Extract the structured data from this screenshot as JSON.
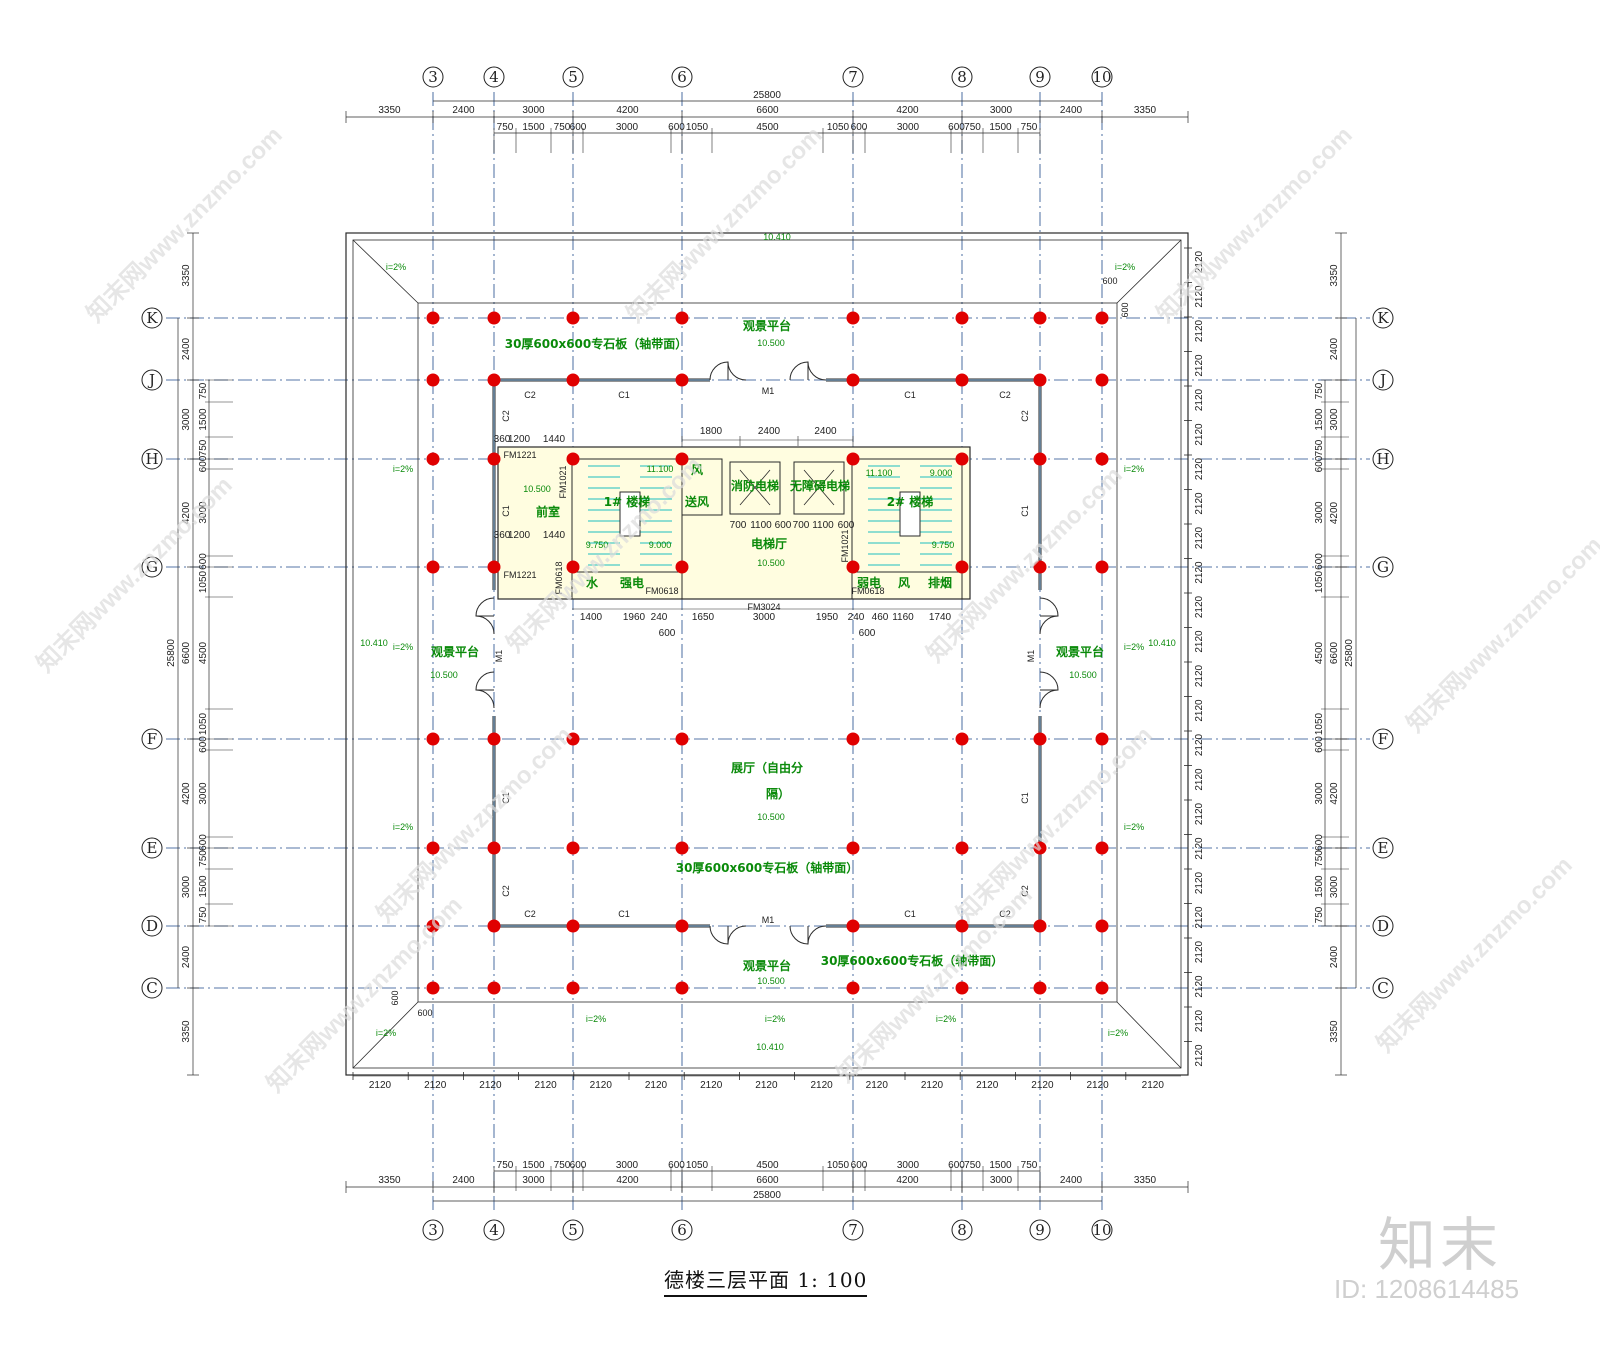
{
  "plan": {
    "title": "德楼三层平面 1: 100",
    "col_axes": [
      "3",
      "4",
      "5",
      "6",
      "7",
      "8",
      "9",
      "10"
    ],
    "row_axes": [
      "K",
      "J",
      "H",
      "G",
      "F",
      "E",
      "D",
      "C"
    ],
    "total_dimension": "25800",
    "dims_outer_top": [
      "3350",
      "2400",
      "3000",
      "4200",
      "6600",
      "4200",
      "3000",
      "2400",
      "3350"
    ],
    "dims_inner_top": [
      "750",
      "1500",
      "750",
      "600",
      "3000",
      "600",
      "1050",
      "4500",
      "1050",
      "600",
      "3000",
      "600",
      "750",
      "1500",
      "750"
    ],
    "dims_left_outer": [
      "3350",
      "2400",
      "3000",
      "4200",
      "25800",
      "6600",
      "4200",
      "3000",
      "2400",
      "3350"
    ],
    "dims_left_inner": [
      "750",
      "1500",
      "750",
      "600",
      "3000",
      "600",
      "1050",
      "4500",
      "1050",
      "600",
      "3000",
      "600",
      "750",
      "1500",
      "750"
    ],
    "dims_right_outer": [
      "3350",
      "2400",
      "3000",
      "4200",
      "6600",
      "25800",
      "4200",
      "3000",
      "2400",
      "3350"
    ],
    "dims_right_inner": [
      "750",
      "1500",
      "750",
      "600",
      "3000",
      "600",
      "1050",
      "4500",
      "1050",
      "600",
      "3000",
      "600",
      "750",
      "1500",
      "750"
    ],
    "dims_bottom_eaves": [
      "2120",
      "2120",
      "2120",
      "2120",
      "2120",
      "2120",
      "2120",
      "2120",
      "2120",
      "2120",
      "2120",
      "2120",
      "2120",
      "2120",
      "2120"
    ],
    "dims_right_eaves": [
      "2120",
      "2120",
      "2120",
      "2120",
      "2120",
      "2120",
      "2120",
      "2120",
      "2120",
      "2120",
      "2120",
      "2120",
      "2120",
      "2120",
      "2120",
      "2120",
      "2120",
      "2120",
      "2120",
      "2120",
      "2120",
      "2120",
      "2120",
      "2120"
    ],
    "core_top_dims": [
      "1800",
      "2400",
      "2400"
    ],
    "core_left_dims": [
      "360",
      "1200",
      "1440",
      "360",
      "1200",
      "1440"
    ],
    "core_mid_dims": [
      "700",
      "1100",
      "600",
      "700",
      "1100",
      "600"
    ],
    "core_bottom_dims": [
      "1400",
      "1960",
      "240",
      "1650",
      "3000",
      "1950",
      "240",
      "460",
      "1160",
      "1740"
    ],
    "core_bottom_sub": [
      "600",
      "600"
    ],
    "rooms": {
      "viewing_top": "观景平台",
      "viewing_bottom": "观景平台",
      "viewing_left": "观景平台",
      "viewing_right": "观景平台",
      "exhibition": "展厅（自由分",
      "exhibition_2": "隔）",
      "elevator_hall": "电梯厅",
      "front_room": "前室",
      "stair1": "1# 楼梯",
      "stair2": "2# 楼梯",
      "fire_elevator": "消防电梯",
      "freight_elevator": "无障碍电梯",
      "shaft_a": "风",
      "shaft_b": "送风",
      "shaft_c": "风",
      "shaft_d": "排烟",
      "water": "水",
      "strong_elec": "强电",
      "weak_elec": "弱电"
    },
    "floor_notes": {
      "tile_top": "30厚600x600专石板（轴带面）",
      "tile_center": "30厚600x600专石板（轴带面）",
      "tile_bottom": "30厚600x600专石板（轴带面）"
    },
    "elevations": {
      "roof_edge": "10.410",
      "platform": "10.500",
      "stair1_top": "11.100",
      "stair1_mid": "9.750",
      "stair1_low": "9.000",
      "stair2_top": "11.100",
      "stair2_r": "9.000",
      "stair2_low": "9.750",
      "slope": "i=2%"
    },
    "codes": {
      "c1": "C1",
      "c2": "C2",
      "m1": "M1",
      "fm1221": "FM1221",
      "fm1021": "FM1021",
      "fm0618": "FM0618",
      "fm3024": "FM3024",
      "dim600": "600"
    },
    "watermark": "知末网www.znzmo.com",
    "logo": "知末",
    "image_id": "ID: 1208614485"
  },
  "colors": {
    "line": "#2a2a2a",
    "axis": "#1f4a8a",
    "column": "#e00000",
    "room_text": "#0a8a0a",
    "stair": "#1ec0c0",
    "wall_fill": "#f5f08a"
  }
}
